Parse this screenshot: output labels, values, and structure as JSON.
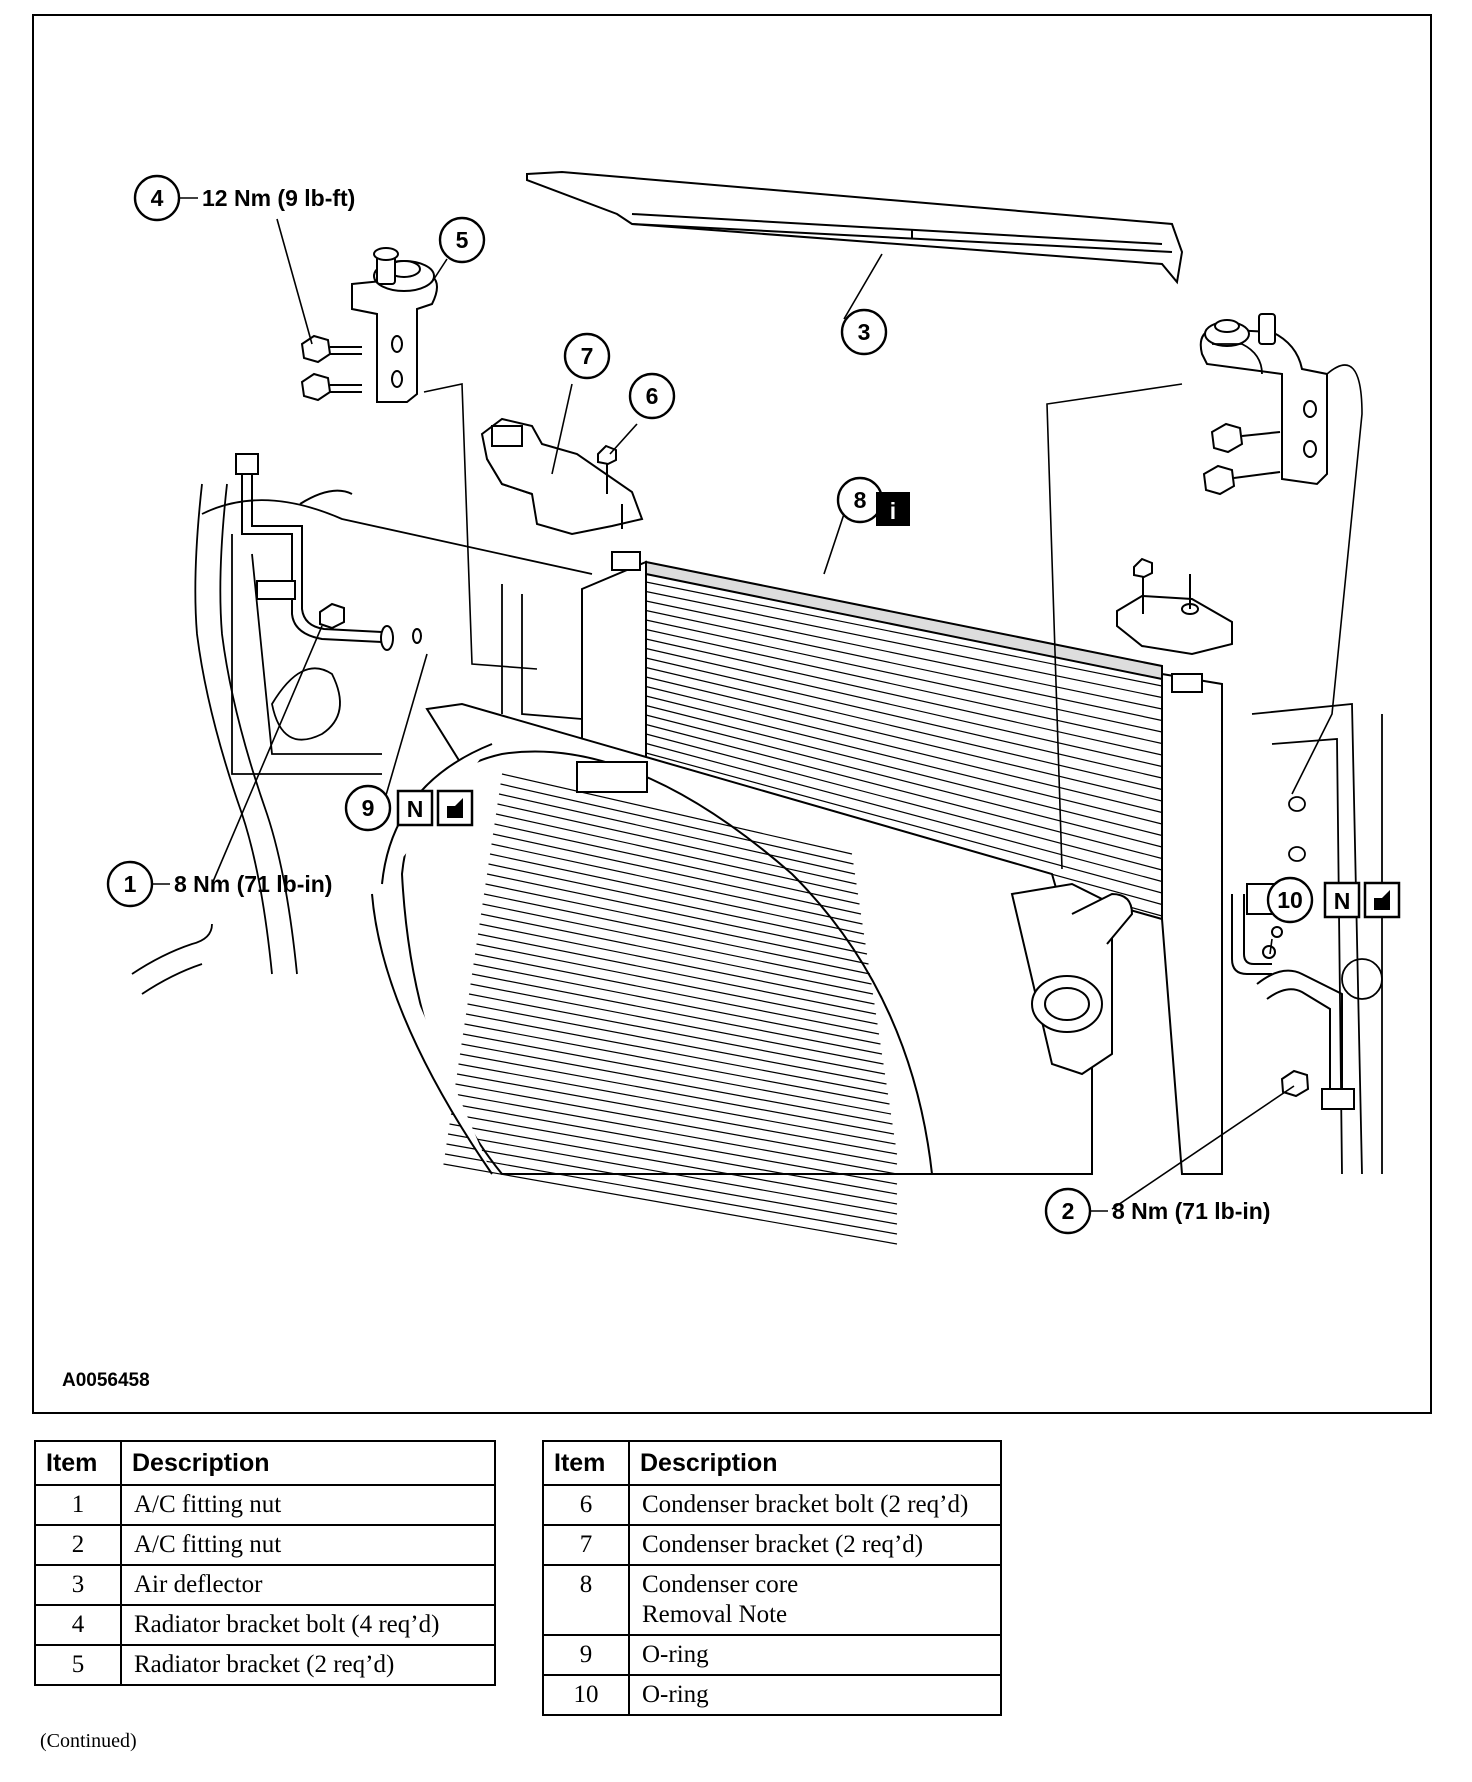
{
  "figure": {
    "id": "A0056458",
    "callouts": [
      {
        "num": "1",
        "spec": "8 Nm (71 lb-in)"
      },
      {
        "num": "2",
        "spec": "8 Nm (71 lb-in)"
      },
      {
        "num": "3",
        "spec": ""
      },
      {
        "num": "4",
        "spec": "12 Nm (9 lb-ft)"
      },
      {
        "num": "5",
        "spec": ""
      },
      {
        "num": "6",
        "spec": ""
      },
      {
        "num": "7",
        "spec": ""
      },
      {
        "num": "8",
        "spec": ""
      },
      {
        "num": "9",
        "spec": ""
      },
      {
        "num": "10",
        "spec": ""
      }
    ],
    "badges": {
      "info": "i",
      "new": "N"
    }
  },
  "legend_left": {
    "header_item": "Item",
    "header_description": "Description",
    "rows": [
      {
        "item": "1",
        "description": "A/C fitting nut"
      },
      {
        "item": "2",
        "description": "A/C fitting nut"
      },
      {
        "item": "3",
        "description": "Air deflector"
      },
      {
        "item": "4",
        "description": "Radiator bracket bolt (4 req’d)"
      },
      {
        "item": "5",
        "description": "Radiator bracket (2 req’d)"
      }
    ]
  },
  "legend_right": {
    "header_item": "Item",
    "header_description": "Description",
    "rows": [
      {
        "item": "6",
        "description": "Condenser bracket bolt (2 req’d)"
      },
      {
        "item": "7",
        "description": "Condenser bracket (2 req’d)"
      },
      {
        "item": "8",
        "description": "Condenser core",
        "note": "Removal Note"
      },
      {
        "item": "9",
        "description": "O-ring"
      },
      {
        "item": "10",
        "description": "O-ring"
      }
    ]
  },
  "footer": {
    "continued": "(Continued)"
  }
}
